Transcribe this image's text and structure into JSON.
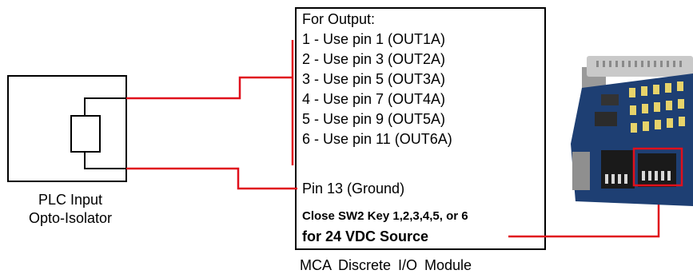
{
  "plc": {
    "label_line1": "PLC Input",
    "label_line2": "Opto-Isolator"
  },
  "output_box": {
    "title": "For Output:",
    "pins": [
      "1 - Use pin 1 (OUT1A)",
      "2 - Use pin 3 (OUT2A)",
      "3 - Use pin 5 (OUT3A)",
      "4 - Use pin 7 (OUT4A)",
      "5 - Use pin 9 (OUT5A)",
      "6 - Use pin 11 (OUT6A)"
    ],
    "ground": "Pin 13 (Ground)",
    "note_line1": "Close SW2 Key 1,2,3,4,5, or 6",
    "note_line2": "for 24 VDC Source"
  },
  "module_caption": "MCA  Discrete  I/O Module",
  "colors": {
    "wire": "#e0101c",
    "outline": "#000000",
    "board": "#1e3f73"
  }
}
